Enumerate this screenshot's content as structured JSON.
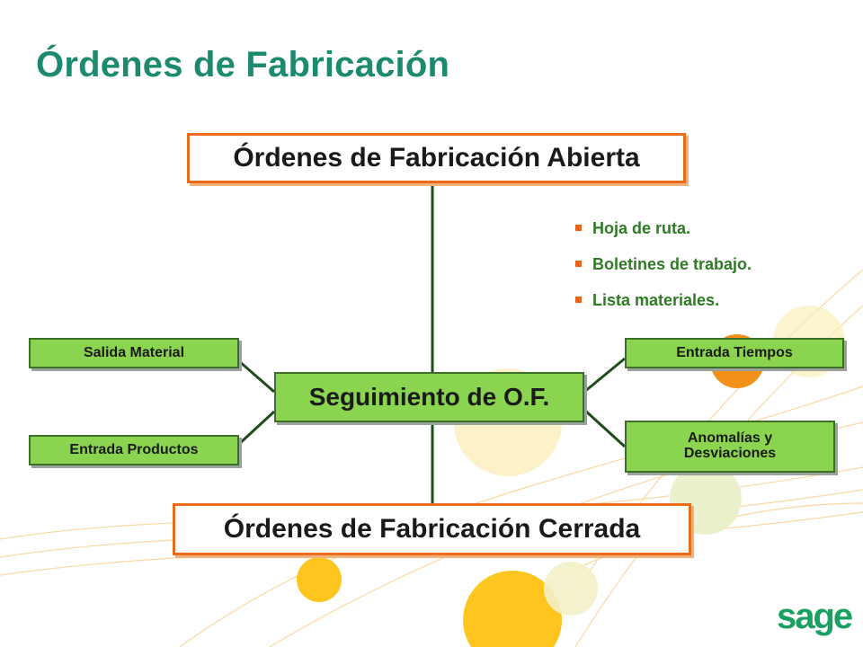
{
  "page": {
    "title": "Órdenes de Fabricación"
  },
  "diagram": {
    "top_node": "Órdenes de Fabricación Abierta",
    "center_node": "Seguimiento de O.F.",
    "bottom_node": "Órdenes de Fabricación Cerrada",
    "left_nodes": [
      "Salida Material",
      "Entrada Productos"
    ],
    "right_nodes": [
      "Entrada Tiempos",
      "Anomalías y",
      "Desviaciones"
    ],
    "bullets": [
      "Hoja de ruta.",
      "Boletines de trabajo.",
      "Lista materiales."
    ]
  },
  "brand": {
    "logo_text": "sage"
  },
  "colors": {
    "title": "#1c8a6e",
    "orange_border": "#ea6b1a",
    "green_fill": "#8bd44f",
    "bullet_text": "#2f7a25",
    "connector": "#1f4d1a",
    "logo": "#1aa060"
  }
}
